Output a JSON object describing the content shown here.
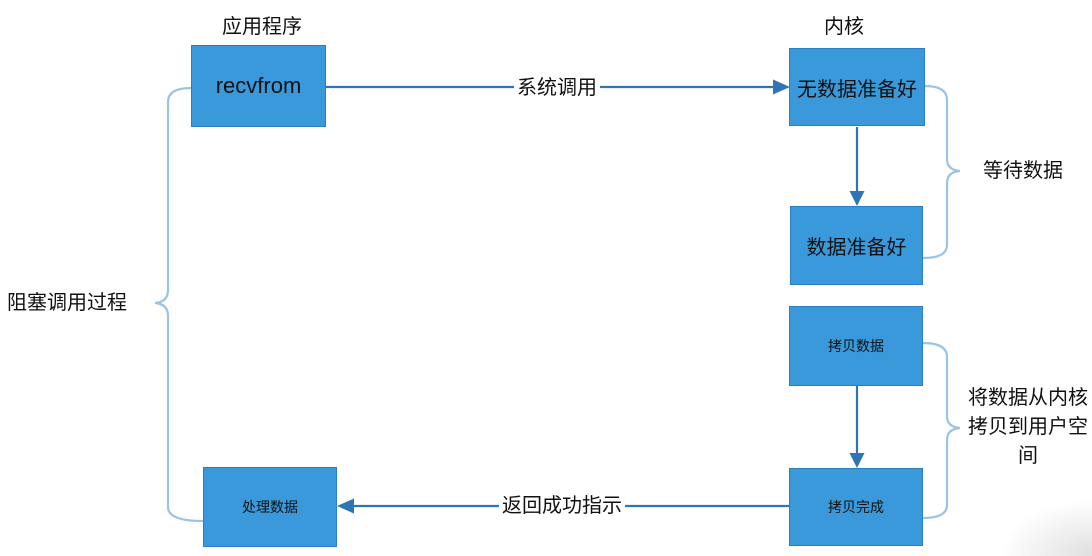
{
  "headers": {
    "application": "应用程序",
    "kernel": "内核"
  },
  "nodes": {
    "recvfrom": {
      "label": "recvfrom"
    },
    "no_data_ready": {
      "label": "无数据准备好"
    },
    "data_ready": {
      "label": "数据准备好"
    },
    "copy_data": {
      "label": "拷贝数据"
    },
    "copy_complete": {
      "label": "拷贝完成"
    },
    "process_data": {
      "label": "处理数据"
    }
  },
  "edges": {
    "system_call": {
      "label": "系统调用"
    },
    "return_success": {
      "label": "返回成功指示"
    }
  },
  "braces": {
    "blocking_call_process": {
      "label": "阻塞调用过程"
    },
    "wait_for_data": {
      "label": "等待数据"
    },
    "copy_kernel_to_user": {
      "label": "将数据从内核拷贝到用户空间"
    }
  },
  "colors": {
    "node_fill": "#3999DB",
    "node_border": "#2A7FC0",
    "connector": "#2E75B6",
    "brace": "#9CC2E5",
    "text": "#111111"
  }
}
